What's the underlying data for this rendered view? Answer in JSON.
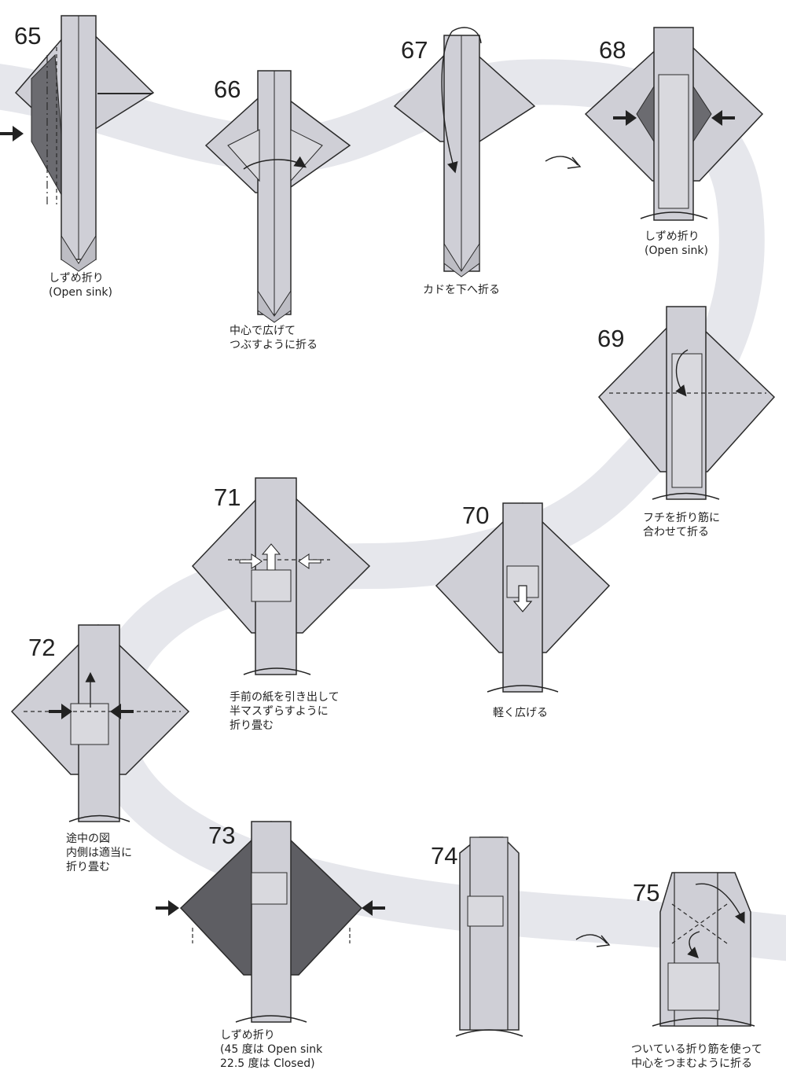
{
  "steps": [
    {
      "number": "65",
      "caption": [
        "しずめ折り",
        "(Open sink)"
      ]
    },
    {
      "number": "66",
      "caption": [
        "中心で広げて",
        "つぶすように折る"
      ]
    },
    {
      "number": "67",
      "caption": [
        "カドを下へ折る"
      ]
    },
    {
      "number": "68",
      "caption": [
        "しずめ折り",
        "(Open sink)"
      ]
    },
    {
      "number": "69",
      "caption": [
        "フチを折り筋に",
        "合わせて折る"
      ]
    },
    {
      "number": "70",
      "caption": [
        "軽く広げる"
      ]
    },
    {
      "number": "71",
      "caption": [
        "手前の紙を引き出して",
        "半マスずらすように",
        "折り畳む"
      ]
    },
    {
      "number": "72",
      "caption": [
        "途中の図",
        "内側は適当に",
        "折り畳む"
      ]
    },
    {
      "number": "73",
      "caption": [
        "しずめ折り",
        "(45 度は Open sink",
        "22.5 度は Closed)"
      ]
    },
    {
      "number": "74",
      "caption": []
    },
    {
      "number": "75",
      "caption": [
        "ついている折り筋を使って",
        "中心をつまむように折る"
      ]
    }
  ],
  "colors": {
    "paper": "#cfcfd6",
    "paper_dark": "#6b6b70",
    "line": "#2a2a2a",
    "ribbon": "#e6e7ec"
  }
}
